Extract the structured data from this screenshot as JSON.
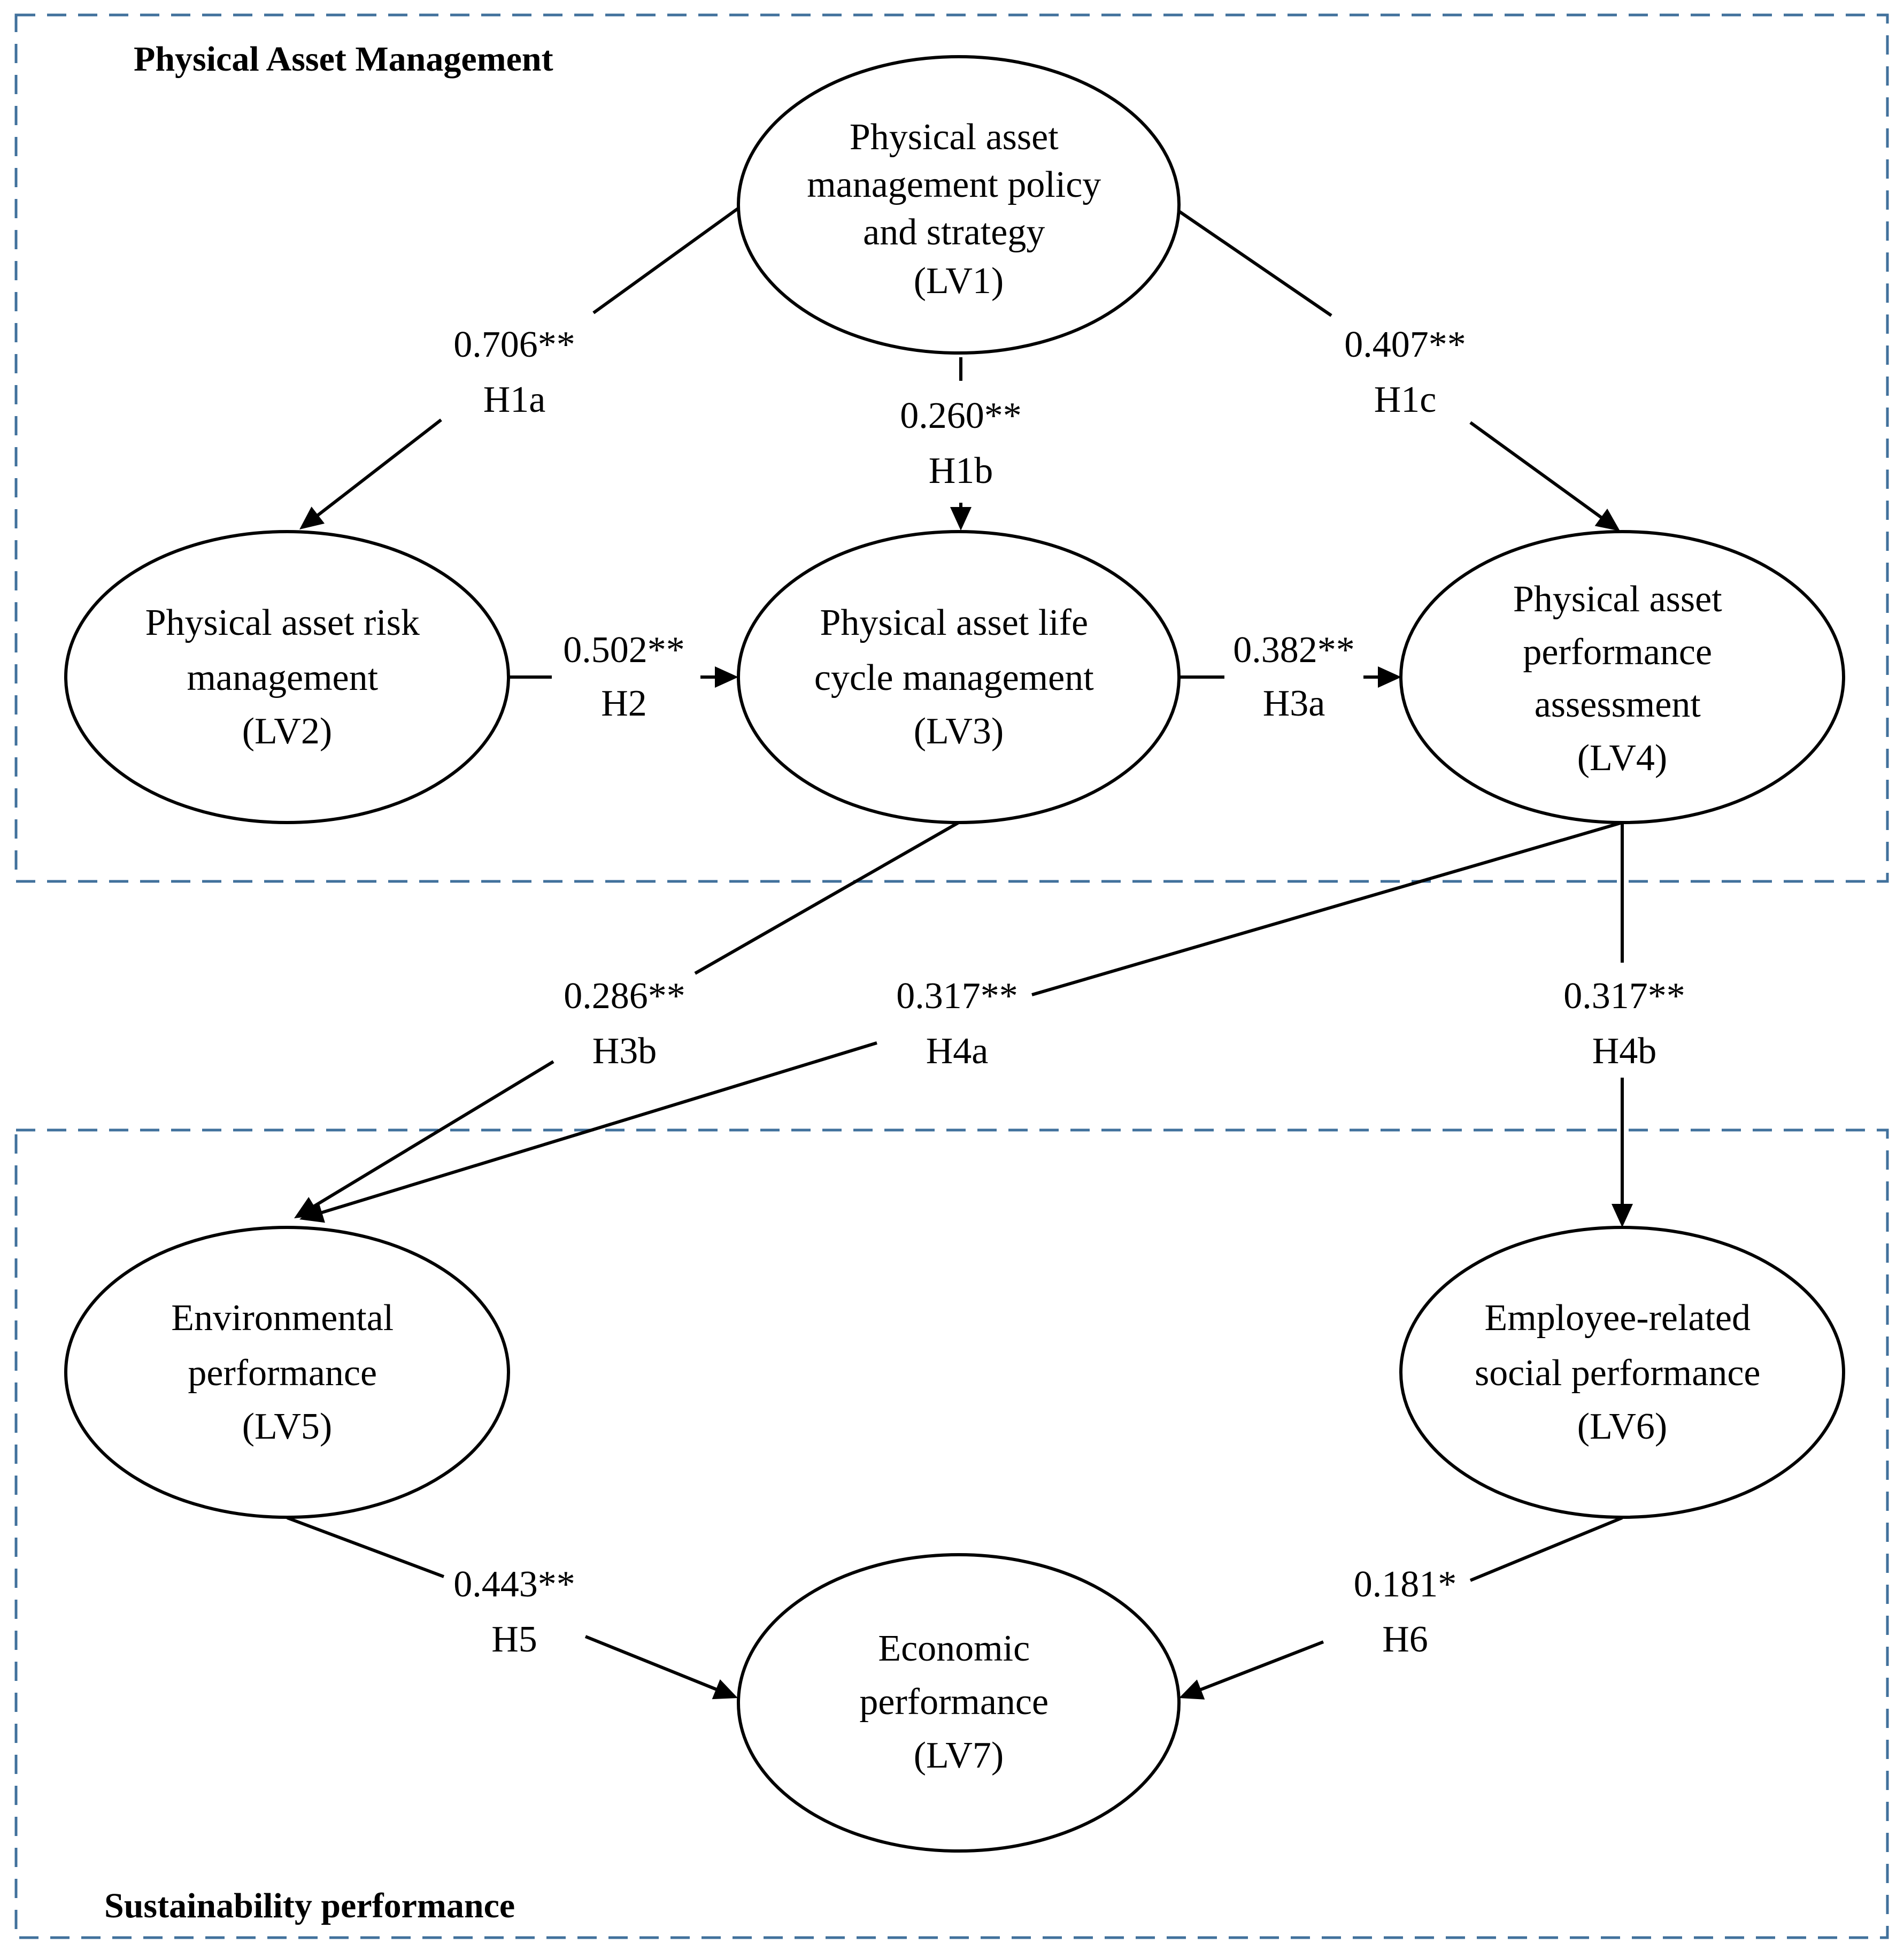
{
  "groups": [
    {
      "id": "pam",
      "title": "Physical Asset Management"
    },
    {
      "id": "sp",
      "title": "Sustainability performance"
    }
  ],
  "nodes": [
    {
      "id": "LV1",
      "lines": [
        "Physical asset",
        "management policy",
        "and strategy",
        "(LV1)"
      ]
    },
    {
      "id": "LV2",
      "lines": [
        "Physical asset risk",
        "management",
        "(LV2)"
      ]
    },
    {
      "id": "LV3",
      "lines": [
        "Physical asset life",
        "cycle management",
        "(LV3)"
      ]
    },
    {
      "id": "LV4",
      "lines": [
        "Physical asset",
        "performance",
        "assessment",
        "(LV4)"
      ]
    },
    {
      "id": "LV5",
      "lines": [
        "Environmental",
        "performance",
        "(LV5)"
      ]
    },
    {
      "id": "LV6",
      "lines": [
        "Employee-related",
        "social performance",
        "(LV6)"
      ]
    },
    {
      "id": "LV7",
      "lines": [
        "Economic",
        "performance",
        "(LV7)"
      ]
    }
  ],
  "edges": [
    {
      "id": "H1a",
      "from": "LV1",
      "to": "LV2",
      "coefficient": "0.706**",
      "hypothesis": "H1a"
    },
    {
      "id": "H1b",
      "from": "LV1",
      "to": "LV3",
      "coefficient": "0.260**",
      "hypothesis": "H1b"
    },
    {
      "id": "H1c",
      "from": "LV1",
      "to": "LV4",
      "coefficient": "0.407**",
      "hypothesis": "H1c"
    },
    {
      "id": "H2",
      "from": "LV2",
      "to": "LV3",
      "coefficient": "0.502**",
      "hypothesis": "H2"
    },
    {
      "id": "H3a",
      "from": "LV3",
      "to": "LV4",
      "coefficient": "0.382**",
      "hypothesis": "H3a"
    },
    {
      "id": "H3b",
      "from": "LV3",
      "to": "LV5",
      "coefficient": "0.286**",
      "hypothesis": "H3b"
    },
    {
      "id": "H4a",
      "from": "LV4",
      "to": "LV5",
      "coefficient": "0.317**",
      "hypothesis": "H4a"
    },
    {
      "id": "H4b",
      "from": "LV4",
      "to": "LV6",
      "coefficient": "0.317**",
      "hypothesis": "H4b"
    },
    {
      "id": "H5",
      "from": "LV5",
      "to": "LV7",
      "coefficient": "0.443**",
      "hypothesis": "H5"
    },
    {
      "id": "H6",
      "from": "LV6",
      "to": "LV7",
      "coefficient": "0.181*",
      "hypothesis": "H6"
    }
  ]
}
